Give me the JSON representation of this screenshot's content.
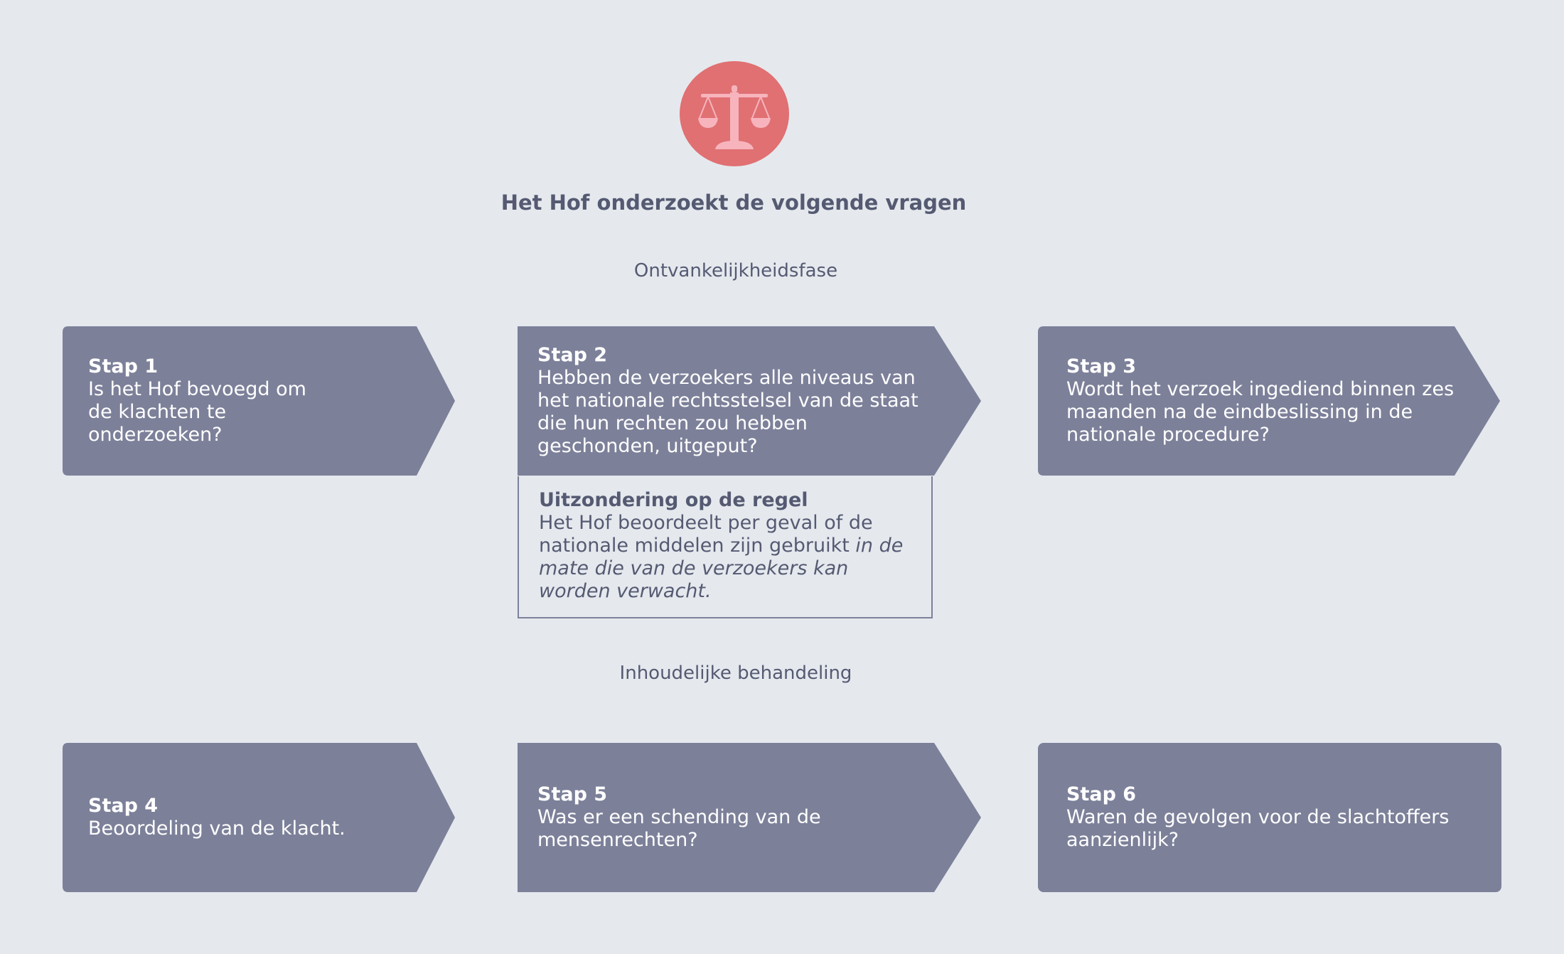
{
  "title": "Het Hof onderzoekt de volgende vragen",
  "icon": "scales-of-justice-icon",
  "colors": {
    "background": "#e5e9ee",
    "step_fill": "#7c8099",
    "icon_circle": "#e07072",
    "icon_glyph": "#f7b4bd",
    "text_dark": "#555a72"
  },
  "phases": [
    {
      "label": "Ontvankelijkheidsfase",
      "steps": [
        {
          "label": "Stap 1",
          "question": "Is het Hof bevoegd om de klachten te onderzoeken?"
        },
        {
          "label": "Stap 2",
          "question": "Hebben de verzoekers alle niveaus van het nationale rechtsstelsel van de staat die hun rechten zou hebben geschonden, uitgeput?"
        },
        {
          "label": "Stap 3",
          "question": "Wordt het verzoek ingediend binnen zes maanden na de eindbeslissing in de nationale procedure?"
        }
      ]
    },
    {
      "label": "Inhoudelijke behandeling",
      "steps": [
        {
          "label": "Stap 4",
          "question": "Beoordeling van de klacht."
        },
        {
          "label": "Stap 5",
          "question": "Was er een schending van de mensenrechten?"
        },
        {
          "label": "Stap 6",
          "question": "Waren de gevolgen voor de slachtoffers aanzienlijk?"
        }
      ]
    }
  ],
  "exception": {
    "title": "Uitzondering op de regel",
    "text": "Het Hof beoordeelt per geval of de nationale middelen zijn gebruikt ",
    "emphasis": "in de mate die van de verzoekers kan worden verwacht."
  }
}
